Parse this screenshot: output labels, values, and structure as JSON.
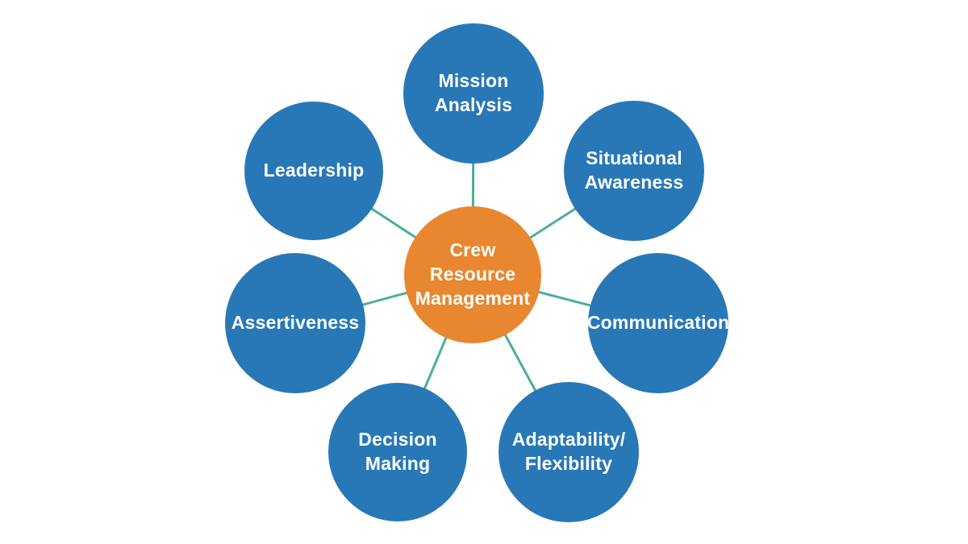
{
  "diagram": {
    "title": "Crew Resource Management",
    "type": "hub-and-spoke"
  },
  "colors": {
    "background": "#FFFFFF",
    "node_blue": "#2878B7",
    "center_orange": "#E8872F",
    "connector": "#4BAE9C",
    "text": "#FFFFFF"
  },
  "center": {
    "id": "crew-resource-management",
    "label": "Crew Resource Management",
    "lines": [
      "Crew",
      "Resource",
      "Management"
    ]
  },
  "nodes": [
    {
      "id": "mission-analysis",
      "label": "Mission Analysis",
      "lines": [
        "Mission",
        "Analysis"
      ]
    },
    {
      "id": "situational-awareness",
      "label": "Situational Awareness",
      "lines": [
        "Situational",
        "Awareness"
      ]
    },
    {
      "id": "communication",
      "label": "Communication",
      "lines": [
        "Communication"
      ]
    },
    {
      "id": "adaptability-flexibility",
      "label": "Adaptability/Flexibility",
      "lines": [
        "Adaptability/",
        "Flexibility"
      ]
    },
    {
      "id": "decision-making",
      "label": "Decision Making",
      "lines": [
        "Decision",
        "Making"
      ]
    },
    {
      "id": "assertiveness",
      "label": "Assertiveness",
      "lines": [
        "Assertiveness"
      ]
    },
    {
      "id": "leadership",
      "label": "Leadership",
      "lines": [
        "Leadership"
      ]
    }
  ]
}
